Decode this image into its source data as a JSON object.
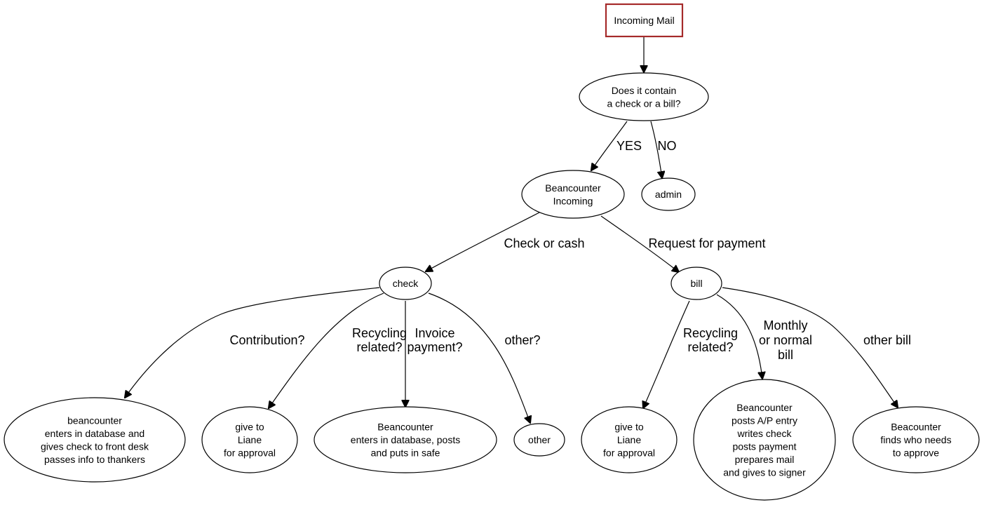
{
  "diagram": {
    "start_color": "#a52a2a",
    "nodes": {
      "incoming_mail": [
        "Incoming Mail"
      ],
      "question": [
        "Does it contain",
        "a check or a bill?"
      ],
      "beancounter_incoming": [
        "Beancounter",
        "Incoming"
      ],
      "admin": [
        "admin"
      ],
      "check": [
        "check"
      ],
      "bill": [
        "bill"
      ],
      "check_contribution": [
        "beancounter",
        "enters in database and",
        "gives check to front desk",
        "passes info to thankers"
      ],
      "check_recycling": [
        "give to",
        "Liane",
        "for approval"
      ],
      "check_invoice": [
        "Beancounter",
        "enters in database, posts",
        "and puts in safe"
      ],
      "check_other": [
        "other"
      ],
      "bill_recycling": [
        "give to",
        "Liane",
        "for approval"
      ],
      "bill_monthly": [
        "Beancounter",
        "posts A/P entry",
        "writes check",
        "posts payment",
        "prepares mail",
        "and gives to signer"
      ],
      "bill_other": [
        "Beacounter",
        "finds who needs",
        "to approve"
      ]
    },
    "edges": {
      "yes": [
        "YES"
      ],
      "no": [
        "NO"
      ],
      "check_or_cash": [
        "Check or cash"
      ],
      "request_for_payment": [
        "Request for payment"
      ],
      "contribution": [
        "Contribution?"
      ],
      "check_recycling": [
        "Recycling",
        "related?"
      ],
      "invoice_payment": [
        "Invoice",
        "payment?"
      ],
      "check_other": [
        "other?"
      ],
      "bill_recycling": [
        "Recycling",
        "related?"
      ],
      "monthly": [
        "Monthly",
        "or normal",
        "bill"
      ],
      "other_bill": [
        "other bill"
      ]
    }
  }
}
